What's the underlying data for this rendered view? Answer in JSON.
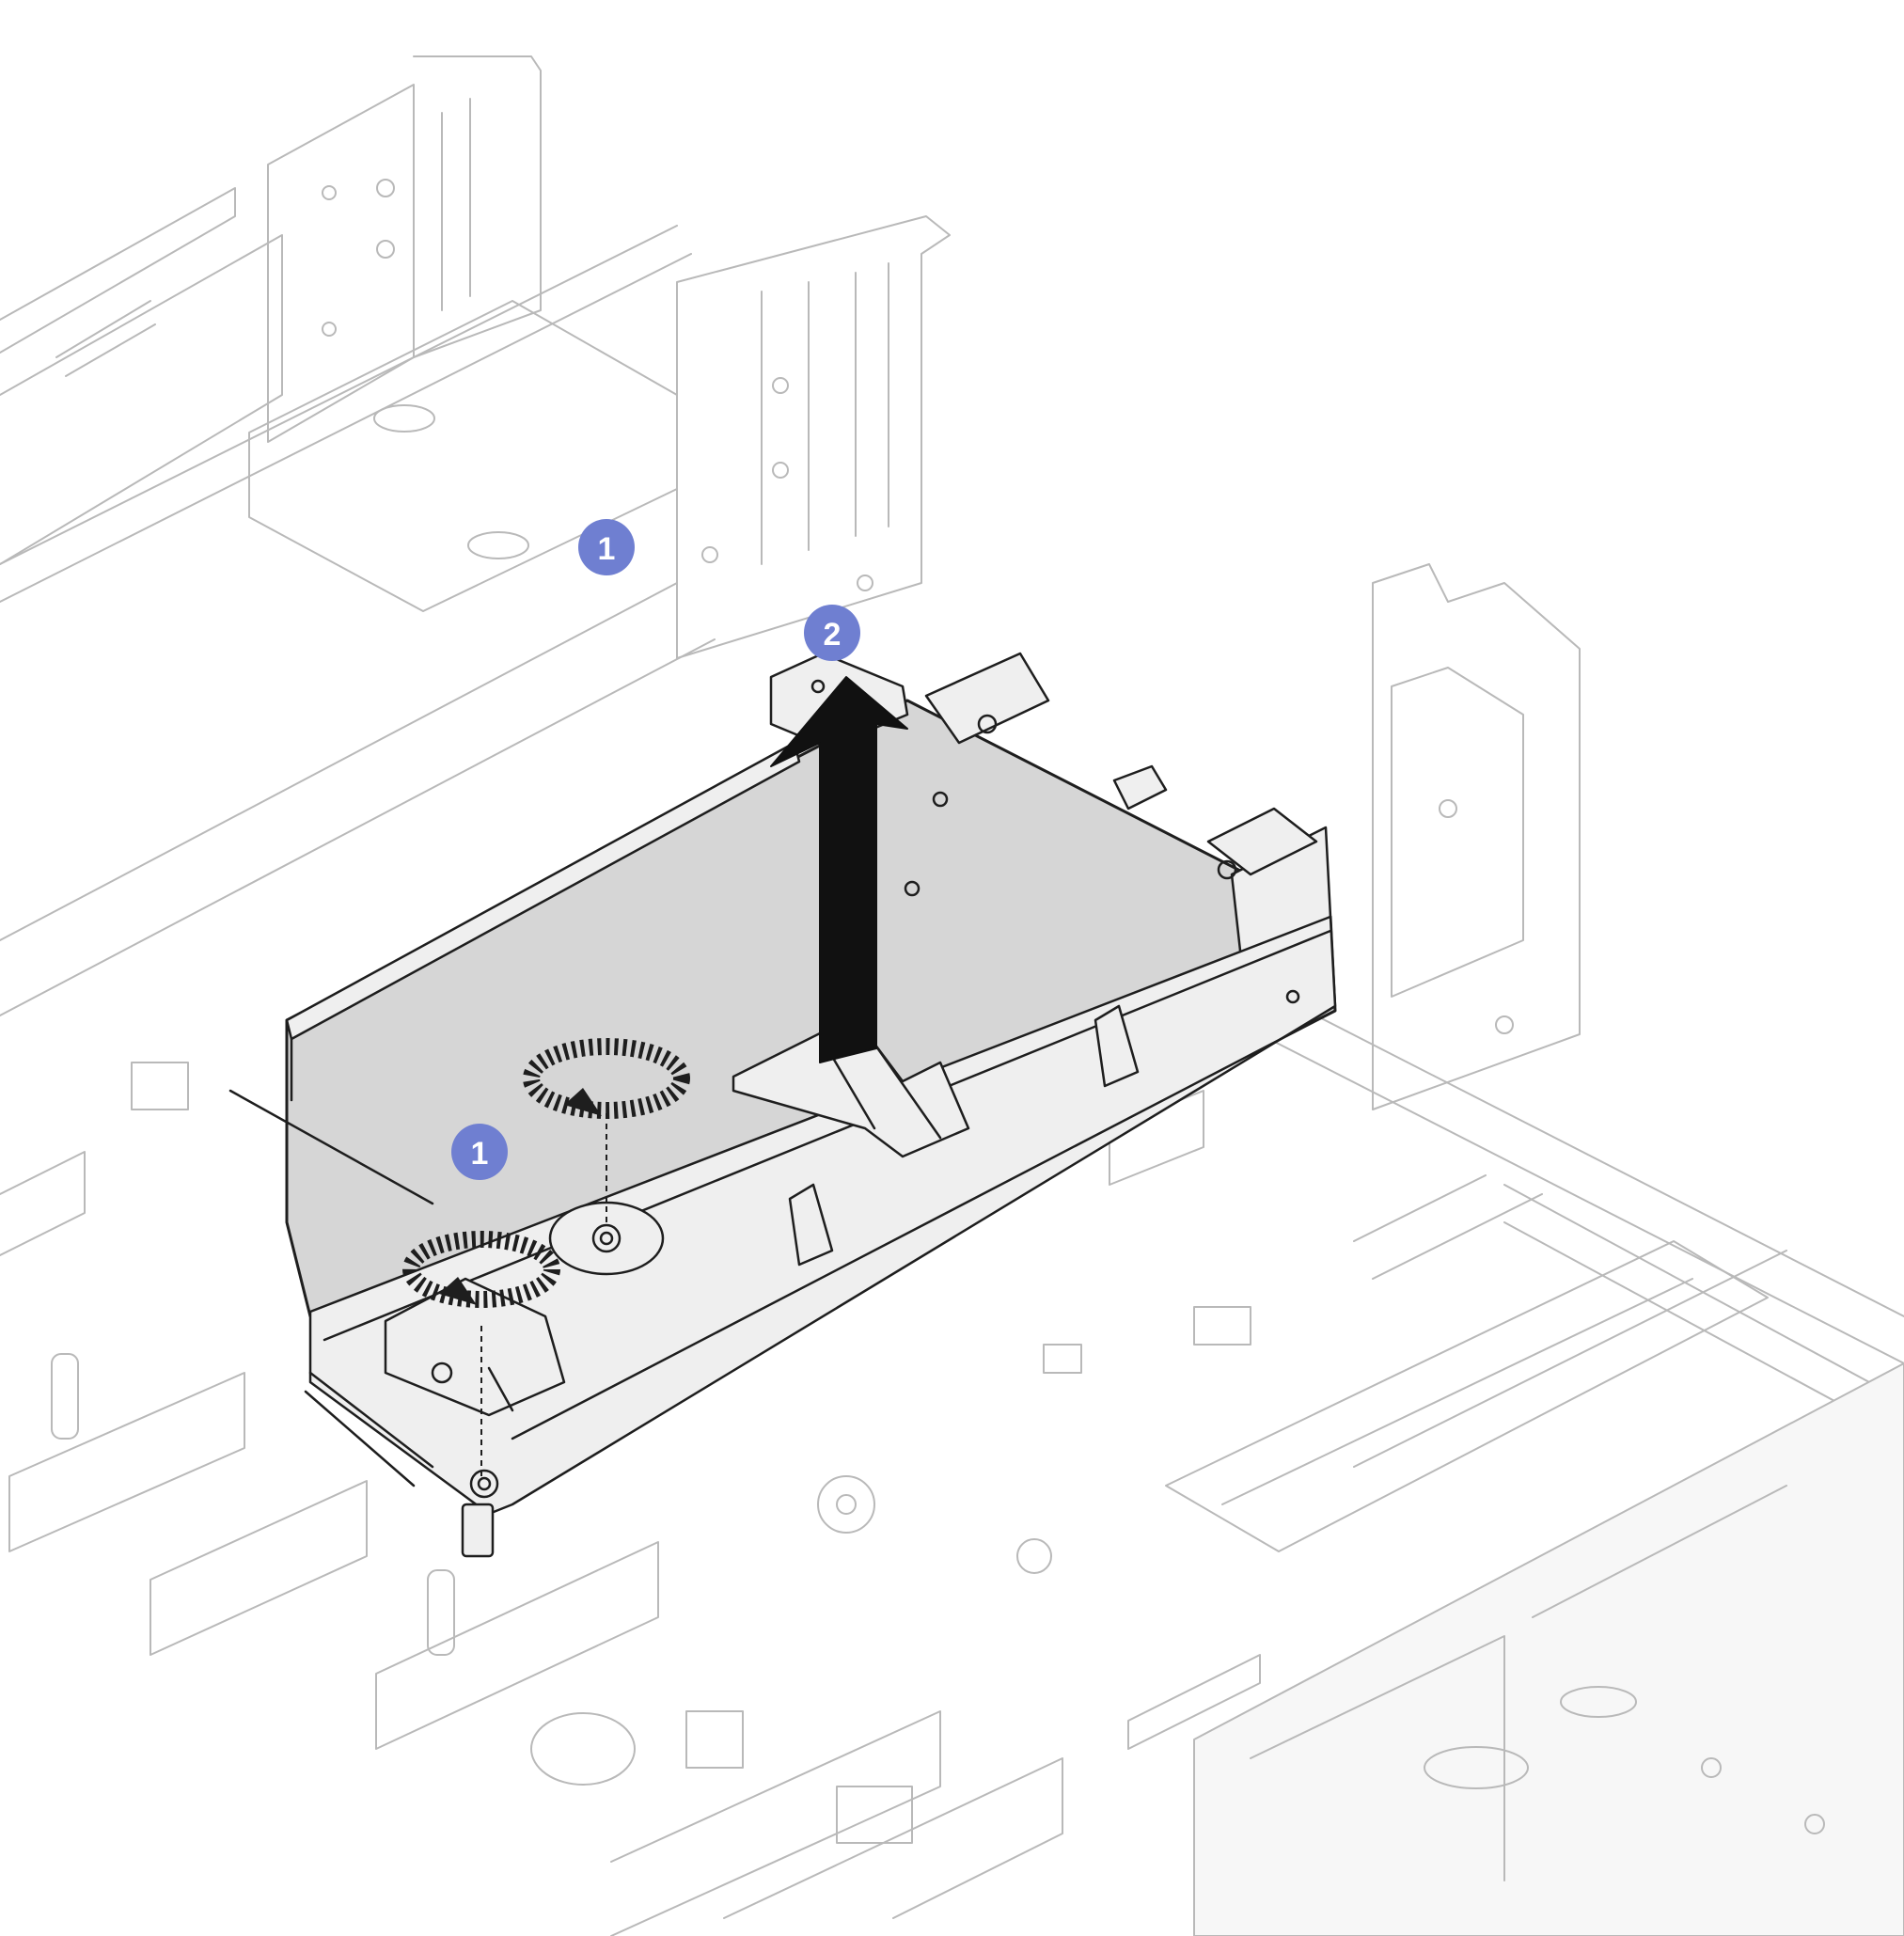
{
  "figure": {
    "description_free": true,
    "callouts": [
      {
        "id": "step-1a",
        "label": "1"
      },
      {
        "id": "step-1b",
        "label": "1"
      },
      {
        "id": "step-2",
        "label": "2"
      }
    ],
    "colors": {
      "callout_fill": "#6f7fd1",
      "tray_fill": "#d6d6d6",
      "outline": "#1e1e1e",
      "background_line": "#b9b9b9"
    },
    "icons": [
      "rotate-counterclockwise-icon",
      "rotate-counterclockwise-icon",
      "lift-up-arrow-icon"
    ]
  }
}
